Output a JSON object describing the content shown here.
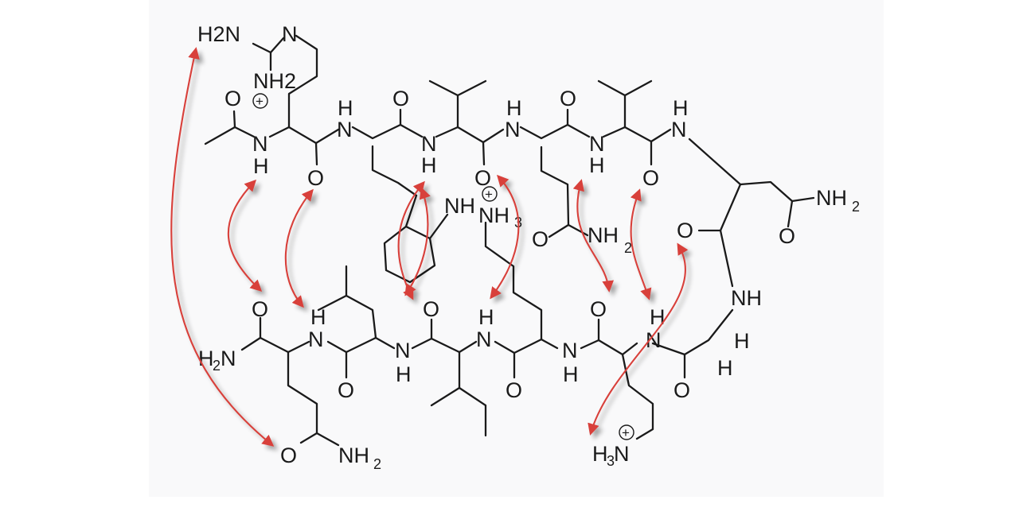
{
  "figure": {
    "atom_labels": {
      "N": "N",
      "NH": "NH",
      "HN": "HN",
      "H": "H",
      "O": "O",
      "H2N": "H2N",
      "NH2": "NH2",
      "NH3": "NH3",
      "H3N": "H3N"
    },
    "charge_symbol": "+",
    "colors": {
      "bond": "#1a1a1a",
      "noe_arrow": "#d8403a",
      "background": "#f9f9fa"
    }
  }
}
